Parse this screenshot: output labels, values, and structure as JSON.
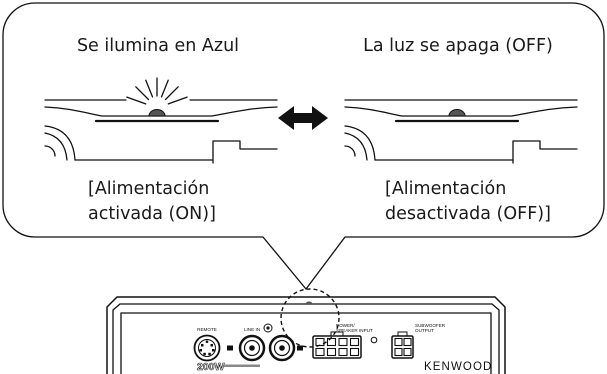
{
  "callout": {
    "on_state": {
      "status": "Se ilumina en Azul",
      "caption": [
        "[Alimentación",
        "activada (ON)]"
      ]
    },
    "off_state": {
      "status": "La luz se apaga (OFF)",
      "caption": [
        "[Alimentación",
        "desactivada (OFF)]"
      ]
    }
  },
  "device": {
    "remote_label": "REMOTE",
    "line_in_label": "LINE IN",
    "power_input_label": [
      "POWER/",
      "SPEAKER INPUT"
    ],
    "subwoofer_output_label": [
      "SUBWOOFER",
      "OUTPUT"
    ],
    "power_rating": "200W",
    "brand": "KENWOOD"
  },
  "icons": {
    "transition": "double-arrow-icon",
    "led_on": "light-rays-icon",
    "highlight": "dashed-circle-icon"
  },
  "colors": {
    "outline": "#111111",
    "text": "#1a1a1a",
    "led": "#555555"
  }
}
